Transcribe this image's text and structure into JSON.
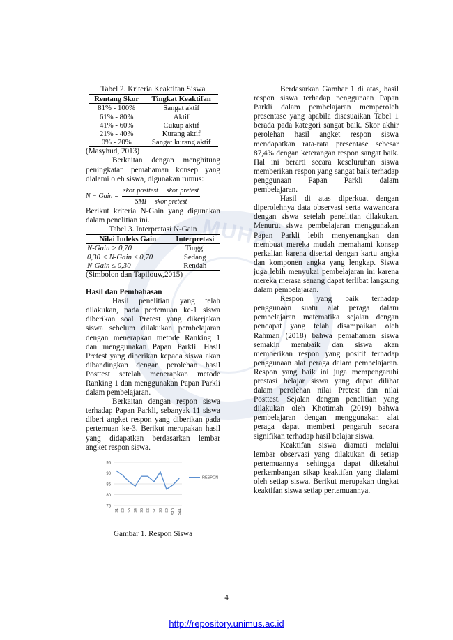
{
  "left": {
    "table2_title": "Tabel 2. Kriteria Keaktifan Siswa",
    "table2_headers": [
      "Rentang Skor",
      "Tingkat Keaktifan"
    ],
    "table2_rows": [
      [
        "81% - 100%",
        "Sangat aktif"
      ],
      [
        "61% - 80%",
        "Aktif"
      ],
      [
        "41% - 60%",
        "Cukup aktif"
      ],
      [
        "21% - 40%",
        "Kurang aktif"
      ],
      [
        "0% - 20%",
        "Sangat kurang aktif"
      ]
    ],
    "table2_source": "(Masyhud, 2013)",
    "para1": "Berkaitan dengan menghitung peningkatan pemahaman konsep yang dialami oleh siswa, digunakan rumus:",
    "formula_lhs": "N − Gain =",
    "formula_num": "skor posttest − skor pretest",
    "formula_den": "SMI − skor pretest",
    "para2": "Berikut kriteria N-Gain yang digunakan dalam penelitian ini.",
    "table3_title": "Tabel 3. Interpretasi N-Gain",
    "table3_headers": [
      "Nilai Indeks Gain",
      "Interpretasi"
    ],
    "table3_rows": [
      [
        "N-Gain > 0,70",
        "Tinggi"
      ],
      [
        "0,30 < N-Gain ≤ 0,70",
        "Sedang"
      ],
      [
        "N-Gain ≤ 0,30",
        "Rendah"
      ]
    ],
    "table3_source": "(Simbolon dan Tapilouw,2015)",
    "heading": "Hasil dan Pembahasan",
    "para3": "Hasil penelitian yang telah dilakukan, pada pertemuan ke-1 siswa diberikan soal Pretest yang dikerjakan siswa sebelum dilakukan pembelajaran dengan menerapkan metode Ranking 1 dan menggunakan Papan Parkli. Hasil Pretest yang diberikan kepada siswa akan dibandingkan dengan perolehan hasil Posttest setelah menerapkan metode Ranking 1 dan menggunakan Papan Parkli dalam pembelajaran.",
    "para4": "Berkaitan dengan respon siswa terhadap Papan Parkli, sebanyak 11 siswa diberi angket respon yang diberikan pada pertemuan ke-3. Berikut merupakan hasil yang didapatkan berdasarkan lembar angket respon siswa.",
    "figure_caption": "Gambar 1. Respon Siswa"
  },
  "right": {
    "para1": "Berdasarkan Gambar 1 di atas, hasil respon siswa terhadap penggunaan Papan Parkli dalam pembelajaran memperoleh presentase yang apabila disesuaikan Tabel 1 berada pada kategori sangat baik. Skor akhir perolehan hasil angket respon siswa mendapatkan rata-rata presentase sebesar 87,4% dengan keterangan respon sangat baik. Hal ini berarti secara keseluruhan siswa memberikan respon yang sangat baik terhadap penggunaan Papan Parkli dalam pembelajaran.",
    "para2": "Hasil di atas diperkuat dengan diperolehnya data observasi serta wawancara dengan siswa setelah penelitian dilakukan. Menurut siswa pembelajaran menggunakan Papan Parkli lebih menyenangkan dan membuat mereka mudah memahami konsep perkalian karena disertai dengan kartu angka dan komponen angka yang lengkap. Siswa juga lebih menyukai pembelajaran ini karena mereka merasa senang dapat terlibat langsung dalam pembelajaran.",
    "para3": "Respon yang baik terhadap penggunaan suatu alat peraga dalam pembelajaran matematika sejalan dengan pendapat yang telah disampaikan oleh Rahman (2018) bahwa pemahaman siswa semakin membaik dan siswa akan memberikan respon yang positif terhadap penggunaan alat peraga dalam pembelajaran. Respon yang baik ini juga mempengaruhi prestasi belajar siswa yang dapat dilihat dalam perolehan nilai Pretest dan nilai Posttest. Sejalan dengan penelitian yang dilakukan oleh Khotimah (2019) bahwa pembelajaran dengan menggunakan alat peraga dapat memberi pengaruh secara signifikan terhadap hasil belajar siswa.",
    "para4": "Keaktifan siswa diamati melalui lembar observasi yang dilakukan di setiap pertemuannya sehingga dapat diketahui perkembangan sikap keaktifan yang dialami oleh setiap siswa. Berikut merupakan tingkat keaktifan siswa setiap pertemuannya."
  },
  "page_number": "4",
  "footer_url": "http://repository.unimus.ac.id",
  "watermark_text": "MUHA",
  "chart_data": {
    "type": "line",
    "categories": [
      "S1",
      "S2",
      "S3",
      "S4",
      "S5",
      "S6",
      "S7",
      "S8",
      "S9",
      "S10",
      "S11"
    ],
    "series": [
      {
        "name": "RESPON",
        "values": [
          91,
          89,
          86,
          84,
          88.5,
          88.5,
          86,
          90.5,
          82.5,
          84.5,
          87.5
        ]
      }
    ],
    "ylim": [
      75,
      95
    ],
    "yticks": [
      75,
      80,
      85,
      90,
      95
    ],
    "legend_position": "right",
    "line_color": "#5b8fd0",
    "grid": true
  }
}
